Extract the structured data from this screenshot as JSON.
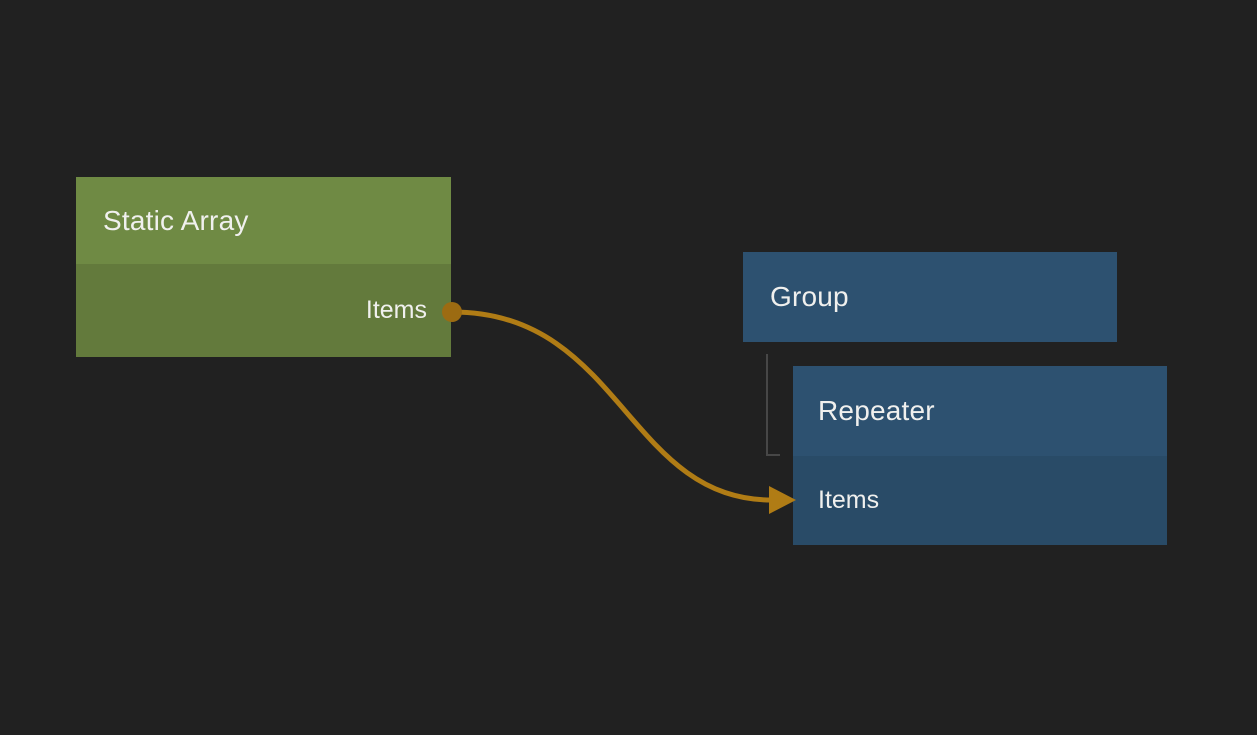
{
  "canvas": {
    "background_color": "#212121",
    "wire_color": "#b07c15",
    "port_dot_color": "#9c6b12",
    "tree_line_color": "#474747",
    "text_color": "#f0f0ee"
  },
  "nodes": [
    {
      "id": "static-array",
      "title": "Static Array",
      "header_color": "#6f8a44",
      "body_color": "#637a3c",
      "ports": [
        {
          "label": "Items",
          "direction": "output"
        }
      ]
    },
    {
      "id": "group",
      "title": "Group",
      "header_color": "#2d5170",
      "body_color": "#2d5170",
      "ports": []
    },
    {
      "id": "repeater",
      "title": "Repeater",
      "header_color": "#2d5170",
      "body_color": "#294b67",
      "ports": [
        {
          "label": "Items",
          "direction": "input"
        }
      ]
    }
  ],
  "connections": [
    {
      "from": "Static Array.Items",
      "to": "Repeater.Items"
    }
  ],
  "hierarchy": [
    {
      "parent": "Group",
      "child": "Repeater"
    }
  ]
}
